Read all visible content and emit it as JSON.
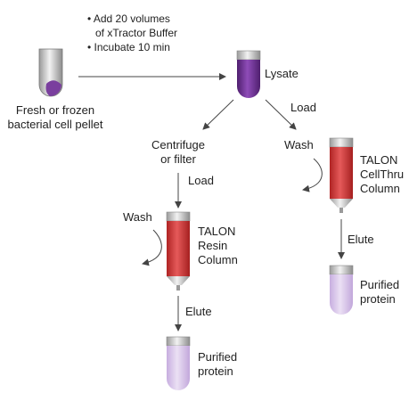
{
  "workflow": {
    "steps": [
      "Add 20 volumes",
      "of xTractor Buffer",
      "Incubate 10 min"
    ],
    "bullet": "•",
    "start_label": [
      "Fresh or frozen",
      "bacterial cell pellet"
    ],
    "lysate_label": "Lysate",
    "left_branch": {
      "action": [
        "Centrifuge",
        "or filter"
      ],
      "load": "Load",
      "wash": "Wash",
      "column": [
        "TALON",
        "Resin",
        "Column"
      ],
      "elute": "Elute",
      "product": [
        "Purified",
        "protein"
      ]
    },
    "right_branch": {
      "load": "Load",
      "wash": "Wash",
      "column": [
        "TALON",
        "CellThru",
        "Column"
      ],
      "elute": "Elute",
      "product": [
        "Purified",
        "protein"
      ]
    }
  },
  "colors": {
    "pellet_purple": "#7a3f9e",
    "lysate_purple": "#6d2e8f",
    "column_red": "#cf3b3b",
    "purified_lavender": "#d7c3e6",
    "arrow": "#444444"
  }
}
